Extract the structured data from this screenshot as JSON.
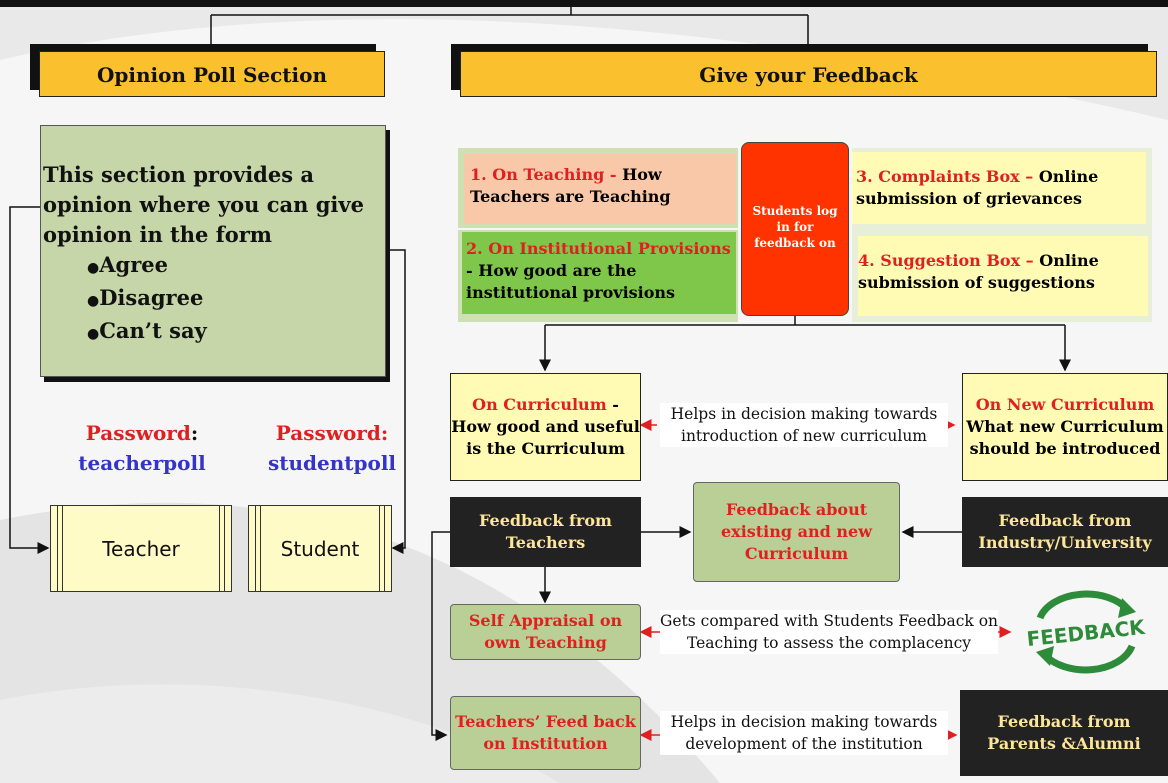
{
  "headers": {
    "opinion_poll": "Opinion Poll Section",
    "feedback": "Give your Feedback"
  },
  "opinion": {
    "description": "This section provides a opinion where you can give opinion in the form",
    "options": [
      "Agree",
      "Disagree",
      "Can’t say"
    ]
  },
  "passwords": {
    "teacher": {
      "label": "Password",
      "colon": ":",
      "value": "teacherpoll"
    },
    "student": {
      "label": "Password:",
      "value": "studentpoll"
    }
  },
  "roles": {
    "teacher": "Teacher",
    "student": "Student"
  },
  "center_box": "Students log in for feedback on",
  "feedback_types": {
    "teaching": {
      "title": "1. On Teaching",
      "sep": " - ",
      "desc": "How Teachers are Teaching"
    },
    "institutional": {
      "title": "2. On Institutional Provisions",
      "desc": "- How good are the institutional provisions"
    },
    "complaints": {
      "title": "3. Complaints Box –",
      "desc": "Online submission of grievances"
    },
    "suggestion": {
      "title": "4. Suggestion Box –",
      "desc": "Online submission of suggestions"
    }
  },
  "curriculum": {
    "on_curriculum": {
      "title": "On Curriculum",
      "sep": " -",
      "desc": "How good and useful is the Curriculum"
    },
    "new_curriculum": {
      "title": "On New Curriculum",
      "desc": "What new Curriculum should be introduced"
    },
    "link_label": "Helps in decision making towards introduction of new curriculum"
  },
  "sources": {
    "teachers": "Feedback from Teachers",
    "existing_new": "Feedback about existing and new Curriculum",
    "industry": "Feedback from Industry/University",
    "self_appraisal": "Self Appraisal on own Teaching",
    "compare_label": "Gets compared with Students Feedback on Teaching to assess the complacency",
    "feedback_logo": "FEEDBACK",
    "teachers_institution": "Teachers’ Feed back on Institution",
    "institution_label": "Helps in decision making towards development of the institution",
    "parents": "Feedback from Parents &Alumni"
  },
  "colors": {
    "gold": "#fbc02d",
    "red": "#e02020",
    "sage": "#b9cf95",
    "pale": "#fffbb5",
    "dark": "#222222",
    "orange_red": "#ff3300",
    "peach": "#f8c8a8",
    "green": "#7fc74a",
    "blue": "#3434c8"
  }
}
